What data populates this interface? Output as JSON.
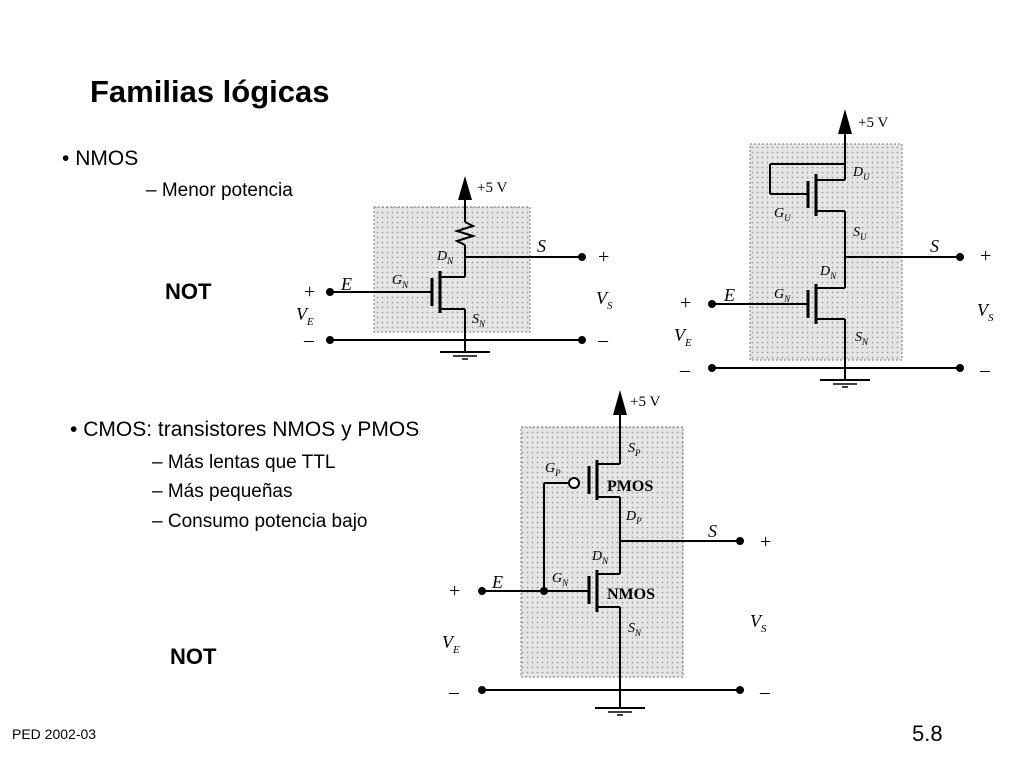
{
  "slide": {
    "title": "Familias lógicas",
    "bullet_nmos": "NMOS",
    "sub_nmos": [
      "– Menor potencia"
    ],
    "bullet_cmos": "CMOS: transistores NMOS y PMOS",
    "sub_cmos": [
      "– Más lentas que TTL",
      "– Más pequeñas",
      "– Consumo potencia bajo"
    ],
    "not_label_1": "NOT",
    "not_label_2": "NOT",
    "footer_left": "PED   2002-03",
    "page_number": "5.8"
  },
  "circuits": {
    "supply": "+5 V",
    "plus": "+",
    "minus": "–",
    "input": "E",
    "output": "S",
    "input_voltage": "V",
    "input_voltage_sub": "E",
    "output_voltage": "V",
    "output_voltage_sub": "S",
    "gate": "G",
    "drain": "D",
    "source": "S",
    "sub_n": "N",
    "sub_u": "U",
    "sub_p": "P",
    "pmos_label": "PMOS",
    "nmos_label": "NMOS"
  },
  "colors": {
    "shade_fill": "#e6e6e6",
    "shade_dots": "#9a9a9a",
    "ink": "#000000"
  }
}
